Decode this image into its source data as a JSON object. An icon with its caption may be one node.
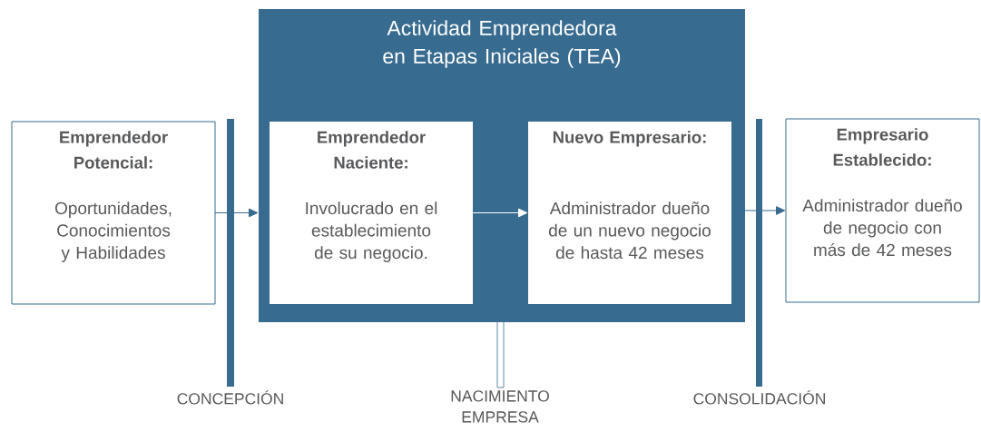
{
  "diagram": {
    "nodes": [
      {
        "text": [
          "Actividad Emprendedora en Etapas Iniciales (TEA)"
        ]
      },
      {
        "text": [
          "Emprendedor Potencial:",
          "Oportunidades, Conocimientos y Habilidades"
        ]
      },
      {
        "text": [
          "Emprendedor Naciente:",
          "Involucrado en el establecimiento de su negocio."
        ],
        "in": 0
      },
      {
        "text": [
          "Nuevo Empresario:",
          "Administrador dueño de un nuevo negocio de hasta 42 meses"
        ],
        "in": 0
      },
      {
        "text": [
          "Empresario Establecido:",
          "Administrador dueño de negocio con más de 42 meses"
        ]
      }
    ],
    "edges": [
      {
        "from": 1,
        "to": 2,
        "arrow": "to"
      },
      {
        "from": 2,
        "to": 3,
        "arrow": "to",
        "color": "#ffffff"
      },
      {
        "from": 3,
        "to": 4,
        "arrow": "to"
      }
    ],
    "labels": [
      "CONCEPCIÓN",
      "NACIMIENTO EMPRESA",
      "CONSOLIDACIÓN"
    ]
  }
}
